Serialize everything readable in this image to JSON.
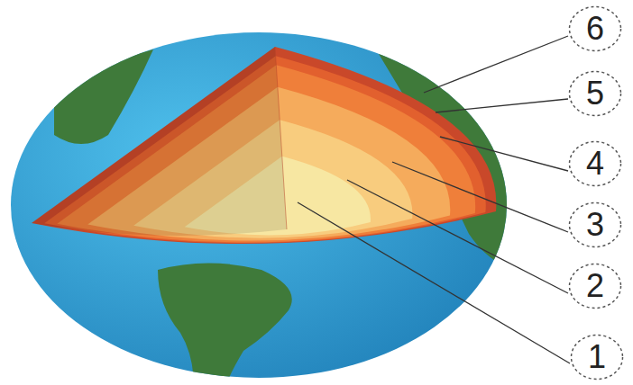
{
  "diagram": {
    "nodes": [
      {
        "text": [
          "6"
        ]
      },
      {
        "text": [
          "5"
        ]
      },
      {
        "text": [
          "4"
        ]
      },
      {
        "text": [
          "3"
        ]
      },
      {
        "text": [
          "2"
        ]
      },
      {
        "text": [
          "1"
        ]
      }
    ]
  }
}
